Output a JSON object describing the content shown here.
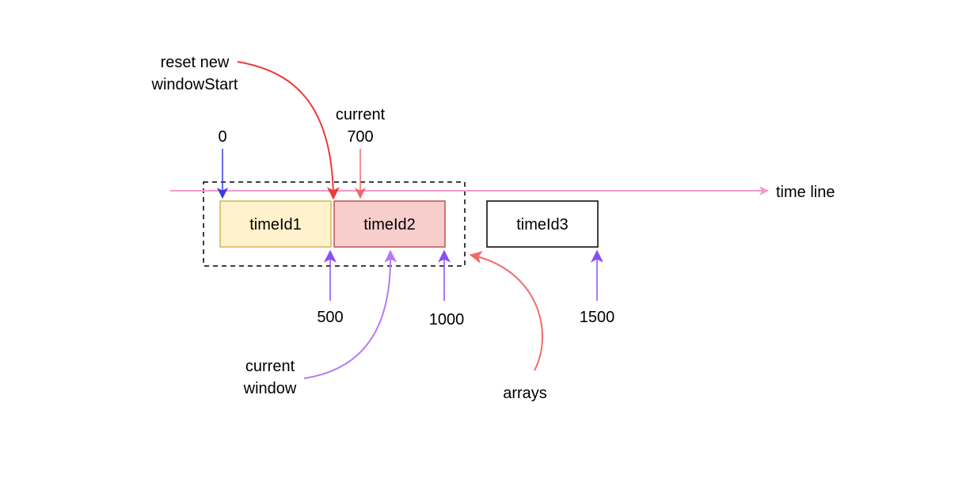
{
  "diagram": {
    "timeline_label": "time line",
    "boxes": [
      {
        "label": "timeId1",
        "fill": "#fff2cc",
        "stroke": "#d6b656"
      },
      {
        "label": "timeId2",
        "fill": "#f8cecc",
        "stroke": "#b85450"
      },
      {
        "label": "timeId3",
        "fill": "#ffffff",
        "stroke": "#000000"
      }
    ],
    "markers": {
      "zero": "0",
      "current_line1": "current",
      "current_line2": "700",
      "reset_line1": "reset new",
      "reset_line2": "windowStart",
      "t500": "500",
      "t1000": "1000",
      "t1500": "1500",
      "current_window_line1": "current",
      "current_window_line2": "window",
      "arrays": "arrays"
    },
    "colors": {
      "timeline": "#f59ac8",
      "zero_arrow": "#3b3bdf",
      "current_arrow": "#f06a6a",
      "reset_arrow": "#ee3a3a",
      "purple_arrow": "#8a4ef2",
      "current_window_arrow": "#b37bf5",
      "arrays_arrow": "#f26b6b",
      "dashed_frame": "#000000"
    }
  }
}
